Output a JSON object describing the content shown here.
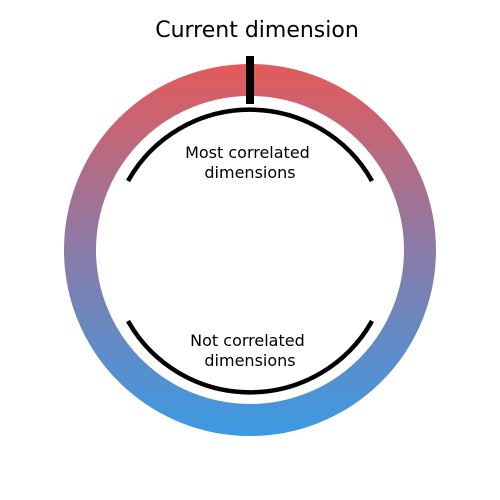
{
  "title": "Current dimension",
  "top_label": {
    "line1": "Most correlated",
    "line2": "dimensions"
  },
  "bottom_label": {
    "line1": "Not correlated",
    "line2": "dimensions"
  },
  "colors": {
    "ring_top": "#e35a5a",
    "ring_middle": "#8a7ba8",
    "ring_bottom": "#3b9ae3",
    "marker": "#000000",
    "arc": "#000000"
  }
}
